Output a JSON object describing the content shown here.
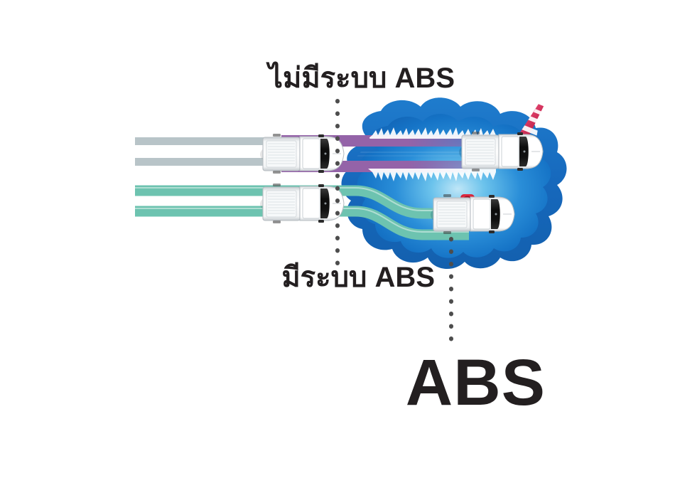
{
  "graphic": {
    "title_no_abs": "ไม่มีระบบ ABS",
    "title_with_abs": "มีระบบ ABS",
    "big_label": "ABS",
    "colors": {
      "no_abs_track": "#9463a8",
      "abs_track": "#6dc3b0",
      "tire_track_grey": "#b8c4c8",
      "water_outer": "#1a6fc4",
      "water_mid": "#1f7fd0",
      "water_inner": "#7ec8ef",
      "cone": "#d63c64",
      "marker": "#e8344a",
      "text": "#231f20",
      "dotted_line": "#4d4d4d",
      "truck_body": "#ffffff",
      "truck_glass": "#1a1a1a"
    },
    "elements": {
      "cone_name": "traffic-cone",
      "marker_name": "target-marker",
      "water_name": "water-puddle",
      "truck_no_abs": "truck-skidding-no-abs",
      "truck_with_abs": "truck-steering-with-abs",
      "dotted_divider_1": "brake-point-divider",
      "dotted_divider_2": "abs-callout-divider"
    },
    "scenario": {
      "no_abs_result": "wheels locked, vehicle slides straight, hits cone",
      "with_abs_result": "wheels keep rolling, driver steers around obstacle"
    }
  }
}
